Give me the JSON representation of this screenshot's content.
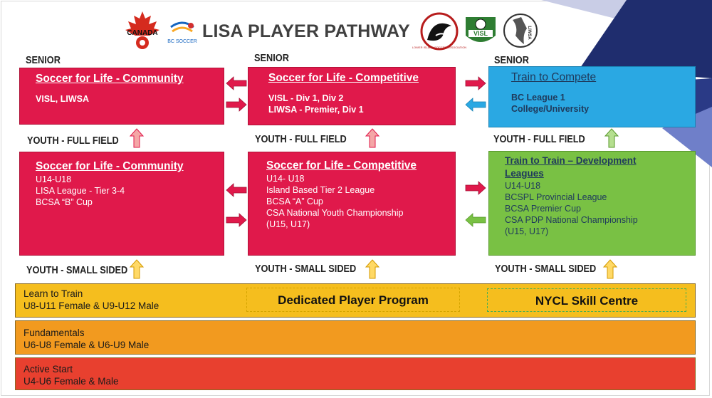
{
  "header": {
    "title": "LISA PLAYER PATHWAY",
    "logos": {
      "canada": "CANADA",
      "bc_soccer": "BC SOCCER",
      "lisa_assoc_ring": "LOWER ISLAND SOCCER ASSOCIATION",
      "visl": "VISL",
      "liwsa": "LIWSA"
    }
  },
  "tiers": {
    "senior_left": "SENIOR",
    "senior_mid": "SENIOR",
    "senior_right": "SENIOR",
    "youth_ff_left": "YOUTH - FULL FIELD",
    "youth_ff_mid": "YOUTH - FULL FIELD",
    "youth_ff_right": "YOUTH - FULL FIELD",
    "youth_ss_left": "YOUTH - SMALL SIDED",
    "youth_ss_mid": "YOUTH - SMALL SIDED",
    "youth_ss_right": "YOUTH - SMALL SIDED"
  },
  "senior": {
    "community": {
      "title": "Soccer for Life - Community",
      "lines": [
        "VISL, LIWSA"
      ]
    },
    "competitive": {
      "title": "Soccer for Life - Competitive",
      "lines": [
        "VISL -  Div 1, Div 2",
        "LIWSA - Premier, Div 1"
      ]
    },
    "compete": {
      "title": "Train to Compete",
      "lines": [
        "BC League 1",
        "College/University"
      ]
    }
  },
  "youth": {
    "community": {
      "title": "Soccer for Life - Community",
      "lines": [
        "U14-U18",
        "LISA League - Tier 3-4",
        "BCSA “B” Cup"
      ]
    },
    "competitive": {
      "title": "Soccer for Life - Competitive",
      "lines": [
        "U14- U18",
        "Island Based Tier 2 League",
        "BCSA “A” Cup",
        "CSA National Youth Championship",
        "(U15, U17)"
      ]
    },
    "development": {
      "title_1": "Train to Train – Development",
      "title_2": "Leagues",
      "lines": [
        "U14-U18",
        "BCSPL Provincial League",
        "BCSA Premier Cup",
        "CSA PDP National Championship",
        "(U15, U17)"
      ]
    }
  },
  "bands": {
    "learn": {
      "title": "Learn to Train",
      "sub": "U8-U11 Female & U9-U12 Male"
    },
    "dedicated": "Dedicated Player Program",
    "nycl": "NYCL Skill Centre",
    "fundamentals": {
      "title": "Fundamentals",
      "sub": "U6-U8 Female & U6-U9 Male"
    },
    "active": {
      "title": "Active Start",
      "sub": "U4-U6 Female & Male"
    }
  },
  "colors": {
    "red_box": "#e0194b",
    "blue_box": "#2aa8e3",
    "green_box": "#79c144",
    "learn_band": "#f5be1e",
    "fundamentals_band": "#f29a1f",
    "active_band": "#e8402f",
    "navy_corner": "#1f2d6e"
  }
}
